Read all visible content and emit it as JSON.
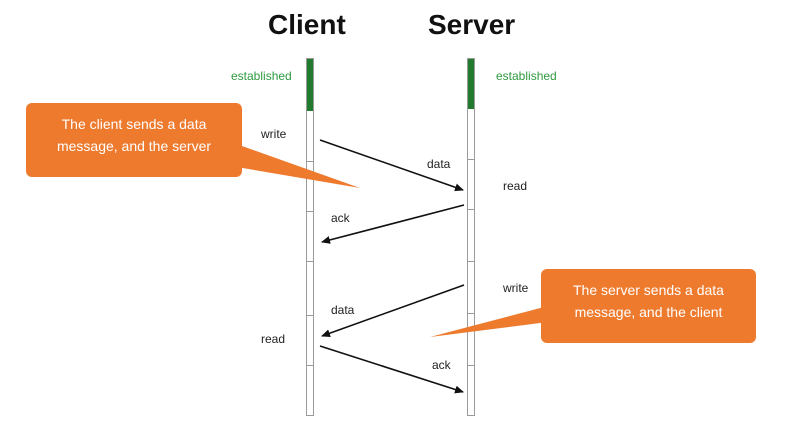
{
  "header": {
    "client_title": "Client",
    "server_title": "Server"
  },
  "client": {
    "state_label": "established",
    "write_label": "write",
    "read_label": "read"
  },
  "server": {
    "state_label": "established",
    "read_label": "read",
    "write_label": "write"
  },
  "messages": {
    "data_1": "data",
    "ack_1": "ack",
    "data_2": "data",
    "ack_2": "ack"
  },
  "callouts": {
    "client_callout_line1": "The client sends a data",
    "client_callout_line2": "message, and the server",
    "server_callout_line1": "The server sends a data",
    "server_callout_line2": "message, and the client"
  },
  "colors": {
    "established": "#217a2e",
    "established_text": "#2e9a40",
    "callout": "#ee7a2e",
    "arrow": "#111111"
  }
}
